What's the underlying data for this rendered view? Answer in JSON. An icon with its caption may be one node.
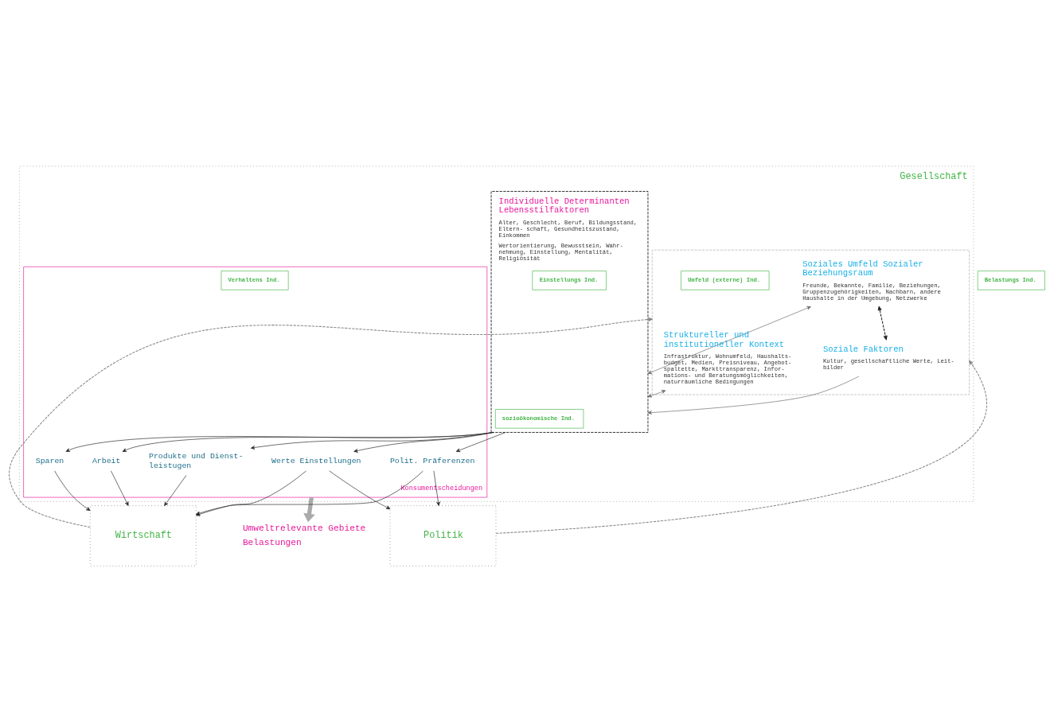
{
  "diagram": {
    "nodes": [
      {
        "text": [
          "Gesellschaft"
        ]
      },
      {
        "text": [],
        "shape": "box",
        "in": 0
      },
      {
        "text": [
          "Soziales Umfeld Sozialer Beziehungsraum",
          "Freunde, Bekannte, Familie, Beziehungen, Gruppenzugehörigkeiten, Nachbarn, andere Haushalte in der Umgebung, Netzwerke"
        ],
        "in": 1
      },
      {
        "text": [
          "Struktureller und institutioneller Kontext",
          "Infrastruktur, Wohnumfeld, Haushalts- budget, Medien, Preisniveau, Angebot- spaltette, Markttransparenz, Infor- mations- und Beratungsmöglichkeiten, naturräumliche Bedingungen"
        ],
        "in": 1
      },
      {
        "text": [
          "Soziale Faktoren",
          "Kultur, gesellschaftliche Werte, Leit- bilder"
        ],
        "in": 1
      },
      {
        "text": [
          "Umfeld (externe) Ind."
        ],
        "in": 1
      },
      {
        "text": [
          "Individuelle Determinanten Lebensstilfaktoren",
          "Alter, Geschlecht, Beruf, Bildungsstand, Eltern- schaft, Gesundheitszustand, Einkommen",
          "Wertorientierung, Bewusstsein, Wahr- nehmung, Einstellung, Mentalität, Religiösität"
        ],
        "in": 0
      },
      {
        "text": [
          "sozioökonomische Ind."
        ],
        "in": 6
      },
      {
        "text": [
          "Einstellungs Ind."
        ],
        "in": 6
      },
      {
        "text": [
          "Konsumentscheidungen"
        ],
        "in": 0
      },
      {
        "text": [
          "Werte Einstellungen"
        ],
        "in": 9
      },
      {
        "text": [
          "Produkte und Dienst- leistugen"
        ],
        "in": 9
      },
      {
        "text": [
          "Arbeit"
        ],
        "in": 9
      },
      {
        "text": [
          "Polit. Präferenzen"
        ],
        "in": 9
      },
      {
        "text": [
          "Sparen"
        ],
        "in": 9
      },
      {
        "text": [
          "Verhaltens Ind."
        ],
        "in": 9
      },
      {
        "text": [
          "Politik"
        ]
      },
      {
        "text": [
          "Wirtschaft"
        ]
      },
      {
        "text": [
          "Umweltrelevante Gebiete",
          "Belastungen"
        ]
      },
      {
        "text": [
          "Belastungs Ind."
        ]
      }
    ],
    "edges": [
      {
        "from": 2,
        "to": 6,
        "arrow": "both",
        "color": "#666666"
      },
      {
        "from": 3,
        "to": 6,
        "arrow": "both",
        "color": "#666666"
      },
      {
        "from": 4,
        "to": 6,
        "arrow": "to",
        "color": "#666666"
      },
      {
        "from": 2,
        "to": 4,
        "arrow": "both",
        "style": "dashed"
      },
      {
        "from": 16,
        "to": 1,
        "arrow": "to",
        "style": "dashed",
        "color": "#888888"
      },
      {
        "from": 17,
        "to": 1,
        "arrow": "to",
        "style": "dashed",
        "color": "#888888"
      },
      {
        "from": 6,
        "to": 10,
        "arrow": "to"
      },
      {
        "from": 6,
        "to": 11,
        "arrow": "to"
      },
      {
        "from": 6,
        "to": 12,
        "arrow": "to"
      },
      {
        "from": 6,
        "to": 13,
        "arrow": "to"
      },
      {
        "from": 6,
        "to": 14,
        "arrow": "to"
      },
      {
        "from": 10,
        "to": 17,
        "arrow": "to"
      },
      {
        "from": 11,
        "to": 17,
        "arrow": "to"
      },
      {
        "from": 12,
        "to": 17,
        "arrow": "to"
      },
      {
        "from": 13,
        "to": 17,
        "arrow": "to"
      },
      {
        "from": 14,
        "to": 17,
        "arrow": "to"
      },
      {
        "from": 10,
        "to": 16,
        "arrow": "to"
      },
      {
        "from": 13,
        "to": 16,
        "arrow": "to"
      },
      {
        "from": 9,
        "to": 18,
        "arrow": "to",
        "style": "thick",
        "color": "#aaaaaa"
      }
    ]
  }
}
